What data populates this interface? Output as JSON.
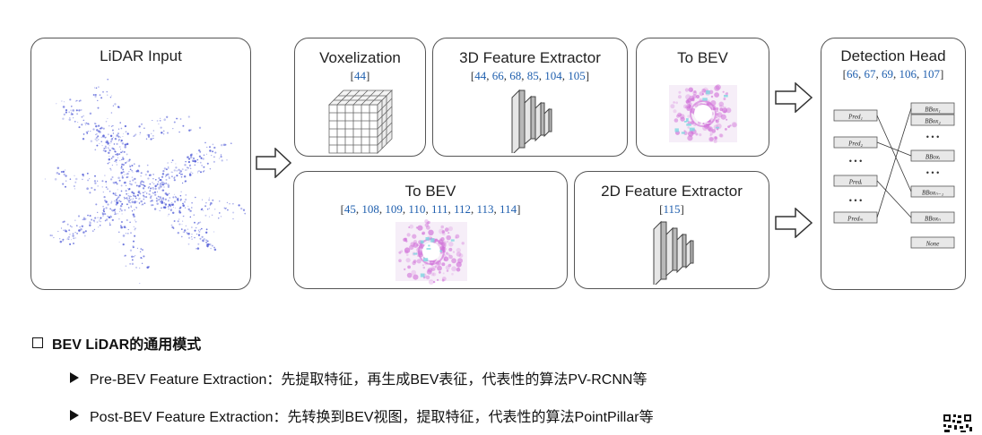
{
  "panels": {
    "lidar_input": {
      "title": "LiDAR Input"
    },
    "voxelization": {
      "title": "Voxelization",
      "refs": [
        "44"
      ]
    },
    "feature_3d": {
      "title": "3D Feature Extractor",
      "refs": [
        "44",
        "66",
        "68",
        "85",
        "104",
        "105"
      ]
    },
    "to_bev_top": {
      "title": "To BEV"
    },
    "to_bev_bottom": {
      "title": "To BEV",
      "refs": [
        "45",
        "108",
        "109",
        "110",
        "111",
        "112",
        "113",
        "114"
      ]
    },
    "feature_2d": {
      "title": "2D Feature Extractor",
      "refs": [
        "115"
      ]
    },
    "detection_head": {
      "title": "Detection Head",
      "refs": [
        "66",
        "67",
        "69",
        "106",
        "107"
      ],
      "preds": [
        "Pred₁",
        "Pred₂",
        "• • •",
        "Predᵢ",
        "• • •",
        "Predₘ"
      ],
      "bboxes": [
        "BBox₁",
        "BBox₂",
        "• • •",
        "BBoxᵢ",
        "• • •",
        "BBoxₙ₋₁",
        "BBoxₙ",
        "None"
      ]
    }
  },
  "section": {
    "heading": "BEV LiDAR的通用模式",
    "bullets": [
      "Pre-BEV Feature Extraction：先提取特征，再生成BEV表征，代表性的算法PV-RCNN等",
      "Post-BEV Feature Extraction：先转换到BEV视图，提取特征，代表性的算法PointPillar等"
    ]
  },
  "colors": {
    "ref_number": "#1f5fae",
    "point_cloud": "#5560d8",
    "bev_magenta": "#d070d8",
    "bev_cyan": "#7fd6e0",
    "block_fill": "#e8e8e8"
  }
}
